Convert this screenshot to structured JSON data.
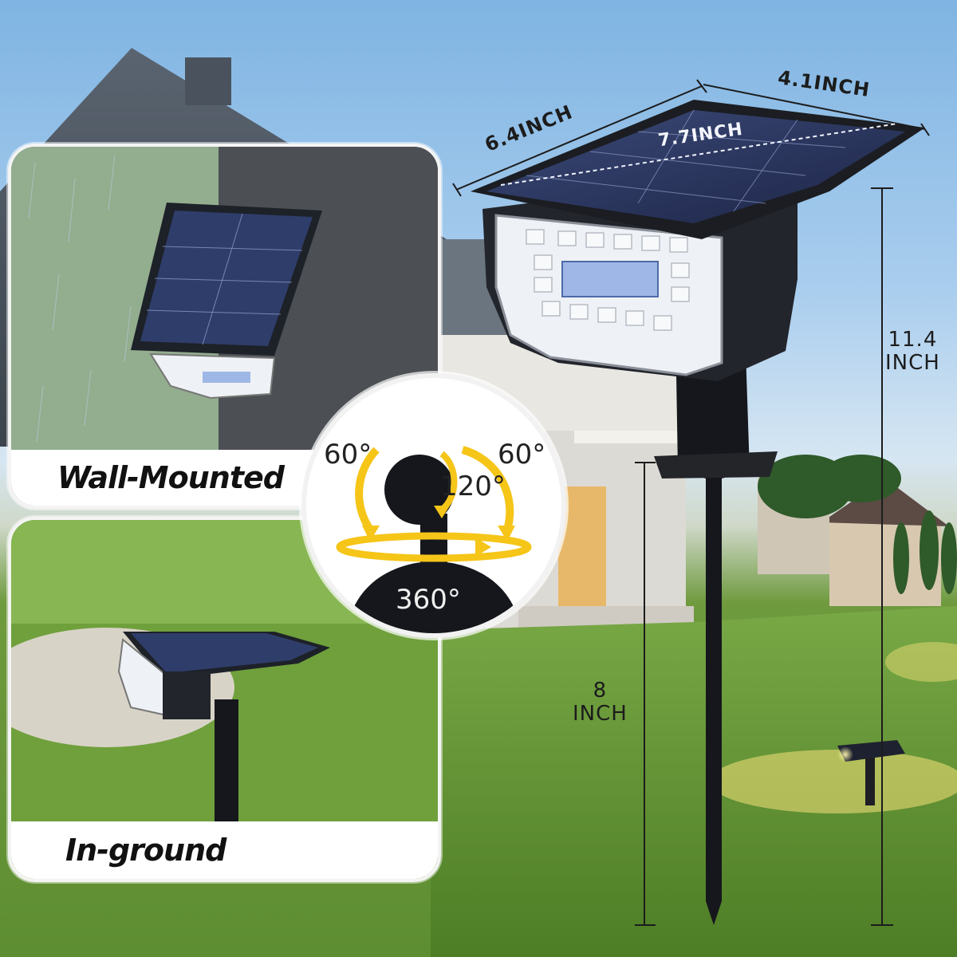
{
  "dimensions": {
    "width": "4.1INCH",
    "length": "6.4INCH",
    "diagonal": "7.7INCH",
    "total_height_line1": "11.4",
    "total_height_line2": "INCH",
    "stake_height_line1": "8",
    "stake_height_line2": "INCH"
  },
  "modes": {
    "wall_label": "Wall-Mounted",
    "ground_label": "In-ground"
  },
  "rotation": {
    "left_angle": "60°",
    "right_angle": "60°",
    "vertical_angle": "120°",
    "horizontal_angle": "360°"
  },
  "colors": {
    "accent": "#f5c518",
    "panel_border": "#f4f4f4"
  }
}
